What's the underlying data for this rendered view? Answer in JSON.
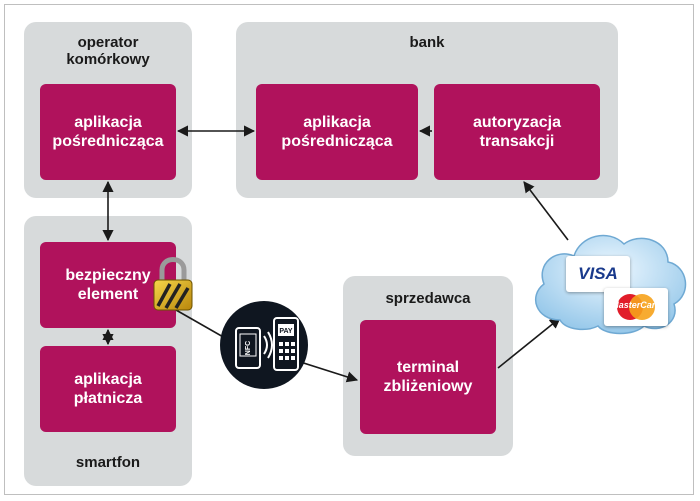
{
  "groups": {
    "operator": {
      "label_line1": "operator",
      "label_line2": "komórkowy"
    },
    "bank": {
      "label": "bank"
    },
    "smartphone": {
      "label": "smartfon"
    },
    "seller": {
      "label": "sprzedawca"
    }
  },
  "boxes": {
    "operator_app": {
      "line1": "aplikacja",
      "line2": "pośrednicząca"
    },
    "bank_app": {
      "line1": "aplikacja",
      "line2": "pośrednicząca"
    },
    "authorization": {
      "line1": "autoryzacja",
      "line2": "transakcji"
    },
    "secure_element": {
      "line1": "bezpieczny",
      "line2": "element"
    },
    "payment_app": {
      "line1": "aplikacja",
      "line2": "płatnicza"
    },
    "terminal": {
      "line1": "terminal",
      "line2": "zbliżeniowy"
    }
  },
  "icons": {
    "nfc_badge": {
      "phone_text": "NFC",
      "terminal_text": "PAY"
    }
  },
  "cards": {
    "visa": "VISA",
    "mastercard": "MasterCard"
  },
  "colors": {
    "box": "#b0125c",
    "group": "#d7dadb",
    "arrow": "#1a1a1a",
    "cloud": "#a9d3ee"
  }
}
